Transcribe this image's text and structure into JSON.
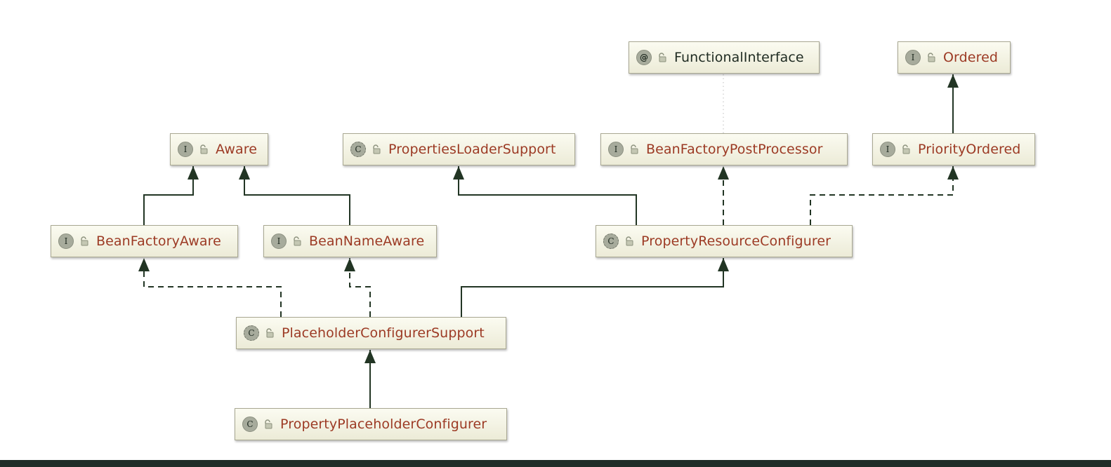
{
  "colors": {
    "class_text": "#9c3a24",
    "annotation_text": "#1f2b22",
    "edge": "#223524",
    "badge": "#a7ab9c",
    "node_fill": "#f4f3e4"
  },
  "nodes": [
    {
      "id": "functional-interface",
      "kind": "annotation",
      "badge": "@",
      "label": "FunctionalInterface"
    },
    {
      "id": "ordered",
      "kind": "interface",
      "badge": "I",
      "label": "Ordered"
    },
    {
      "id": "aware",
      "kind": "interface",
      "badge": "I",
      "label": "Aware"
    },
    {
      "id": "properties-loader-support",
      "kind": "abstract-class",
      "badge": "C",
      "label": "PropertiesLoaderSupport"
    },
    {
      "id": "bean-factory-post-processor",
      "kind": "interface",
      "badge": "I",
      "label": "BeanFactoryPostProcessor"
    },
    {
      "id": "priority-ordered",
      "kind": "interface",
      "badge": "I",
      "label": "PriorityOrdered"
    },
    {
      "id": "bean-factory-aware",
      "kind": "interface",
      "badge": "I",
      "label": "BeanFactoryAware"
    },
    {
      "id": "bean-name-aware",
      "kind": "interface",
      "badge": "I",
      "label": "BeanNameAware"
    },
    {
      "id": "property-resource-configurer",
      "kind": "abstract-class",
      "badge": "C",
      "label": "PropertyResourceConfigurer"
    },
    {
      "id": "placeholder-configurer-support",
      "kind": "abstract-class",
      "badge": "C",
      "label": "PlaceholderConfigurerSupport"
    },
    {
      "id": "property-placeholder-configurer",
      "kind": "class",
      "badge": "C",
      "label": "PropertyPlaceholderConfigurer"
    }
  ],
  "edges": [
    {
      "from": "bean-factory-aware",
      "to": "aware",
      "type": "extends"
    },
    {
      "from": "bean-name-aware",
      "to": "aware",
      "type": "extends"
    },
    {
      "from": "property-resource-configurer",
      "to": "properties-loader-support",
      "type": "extends"
    },
    {
      "from": "property-resource-configurer",
      "to": "bean-factory-post-processor",
      "type": "implements"
    },
    {
      "from": "property-resource-configurer",
      "to": "priority-ordered",
      "type": "implements"
    },
    {
      "from": "priority-ordered",
      "to": "ordered",
      "type": "extends"
    },
    {
      "from": "bean-factory-post-processor",
      "to": "functional-interface",
      "type": "annotated"
    },
    {
      "from": "placeholder-configurer-support",
      "to": "bean-factory-aware",
      "type": "implements"
    },
    {
      "from": "placeholder-configurer-support",
      "to": "bean-name-aware",
      "type": "implements"
    },
    {
      "from": "placeholder-configurer-support",
      "to": "property-resource-configurer",
      "type": "extends"
    },
    {
      "from": "property-placeholder-configurer",
      "to": "placeholder-configurer-support",
      "type": "extends"
    }
  ]
}
